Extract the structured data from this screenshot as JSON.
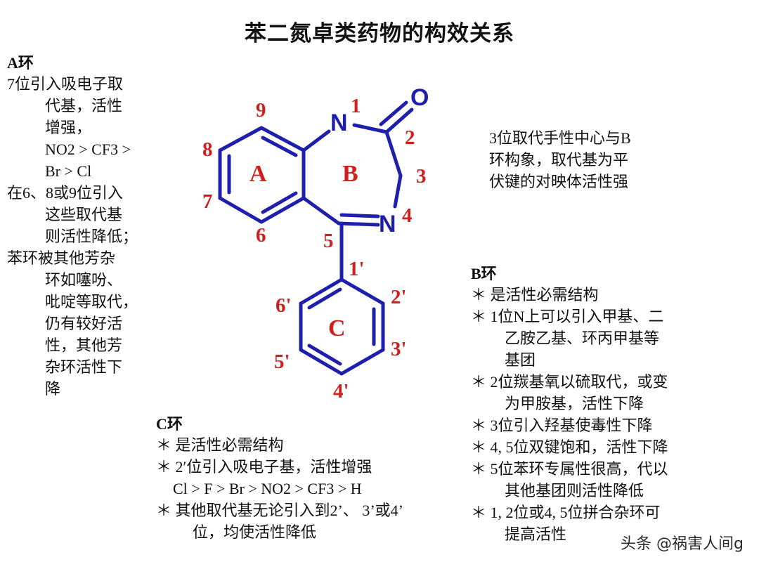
{
  "title": "苯二氮卓类药物的构效关系",
  "ring_a": {
    "heading": "A环",
    "lines": [
      "7位引入吸电子取",
      "代基，活性",
      "增强，",
      "NO2 > CF3 >",
      "Br > Cl",
      "在6、8或9位引入",
      "这些取代基",
      "则活性降低；",
      "苯环被其他芳杂",
      "环如噻吩、",
      "吡啶等取代，",
      "仍有较好活",
      "性，其他芳",
      "杂环活性下",
      "降"
    ]
  },
  "position3": {
    "lines": [
      "3位取代手性中心与B",
      "环构象，取代基为平",
      "伏键的对映体活性强"
    ]
  },
  "ring_b": {
    "heading": "B环",
    "lines": [
      "＊ 是活性必需结构",
      "＊ 1位N上可以引入甲基、二",
      "乙胺乙基、环丙甲基等",
      "基团",
      "＊ 2位羰基氧以硫取代，或变",
      "为甲胺基，活性下降",
      "＊ 3位引入羟基使毒性下降",
      "＊ 4, 5位双键饱和，活性下降",
      "＊ 5位苯环专属性很高，代以",
      "其他基团则活性降低",
      "＊ 1, 2位或4, 5位拼合杂环可",
      "提高活性"
    ]
  },
  "ring_c": {
    "heading": "C环",
    "lines": [
      "＊ 是活性必需结构",
      "＊ 2′位引入吸电子基，活性增强",
      "Cl > F > Br > NO2 > CF3 > H",
      "＊ 其他取代基无论引入到2’、 3’或4’",
      "位，均使活性降低"
    ]
  },
  "structure": {
    "atoms": {
      "n1": "N",
      "n4": "N",
      "o": "O"
    },
    "positions": {
      "p1": "1",
      "p2": "2",
      "p3": "3",
      "p4": "4",
      "p5": "5",
      "p6": "6",
      "p7": "7",
      "p8": "8",
      "p9": "9",
      "p1p": "1'",
      "p2p": "2'",
      "p3p": "3'",
      "p4p": "4'",
      "p5p": "5'",
      "p6p": "6'"
    },
    "rings": {
      "a": "A",
      "b": "B",
      "c": "C"
    },
    "colors": {
      "bond": "#1f1fad",
      "label": "#d11f1f"
    }
  },
  "watermark": "头条 @祸害人间g"
}
